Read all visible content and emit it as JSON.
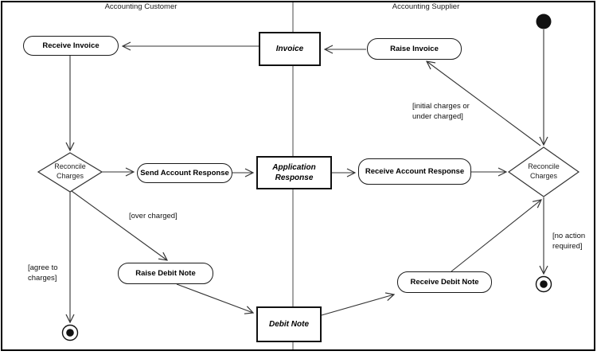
{
  "lanes": {
    "customer": "Accounting Customer",
    "supplier": "Accounting Supplier"
  },
  "nodes": {
    "receive_invoice": "Receive Invoice",
    "raise_invoice": "Raise Invoice",
    "invoice": "Invoice",
    "send_account_response": "Send Account Response",
    "application_response": "Application\nResponse",
    "receive_account_response": "Receive Account Response",
    "reconcile_charges_customer": "Reconcile\nCharges",
    "reconcile_charges_supplier": "Reconcile\nCharges",
    "raise_debit_note": "Raise Debit Note",
    "debit_note": "Debit Note",
    "receive_debit_note": "Receive Debit Note"
  },
  "guards": {
    "initial_or_under": "[initial charges or\nunder charged]",
    "over_charged": "[over charged]",
    "agree_to_charges": "[agree to\ncharges]",
    "no_action_required": "[no action\nrequired]"
  },
  "colors": {
    "line": "#333333",
    "divider": "#858585",
    "node_fill": "#ffffff",
    "text": "#000000"
  }
}
